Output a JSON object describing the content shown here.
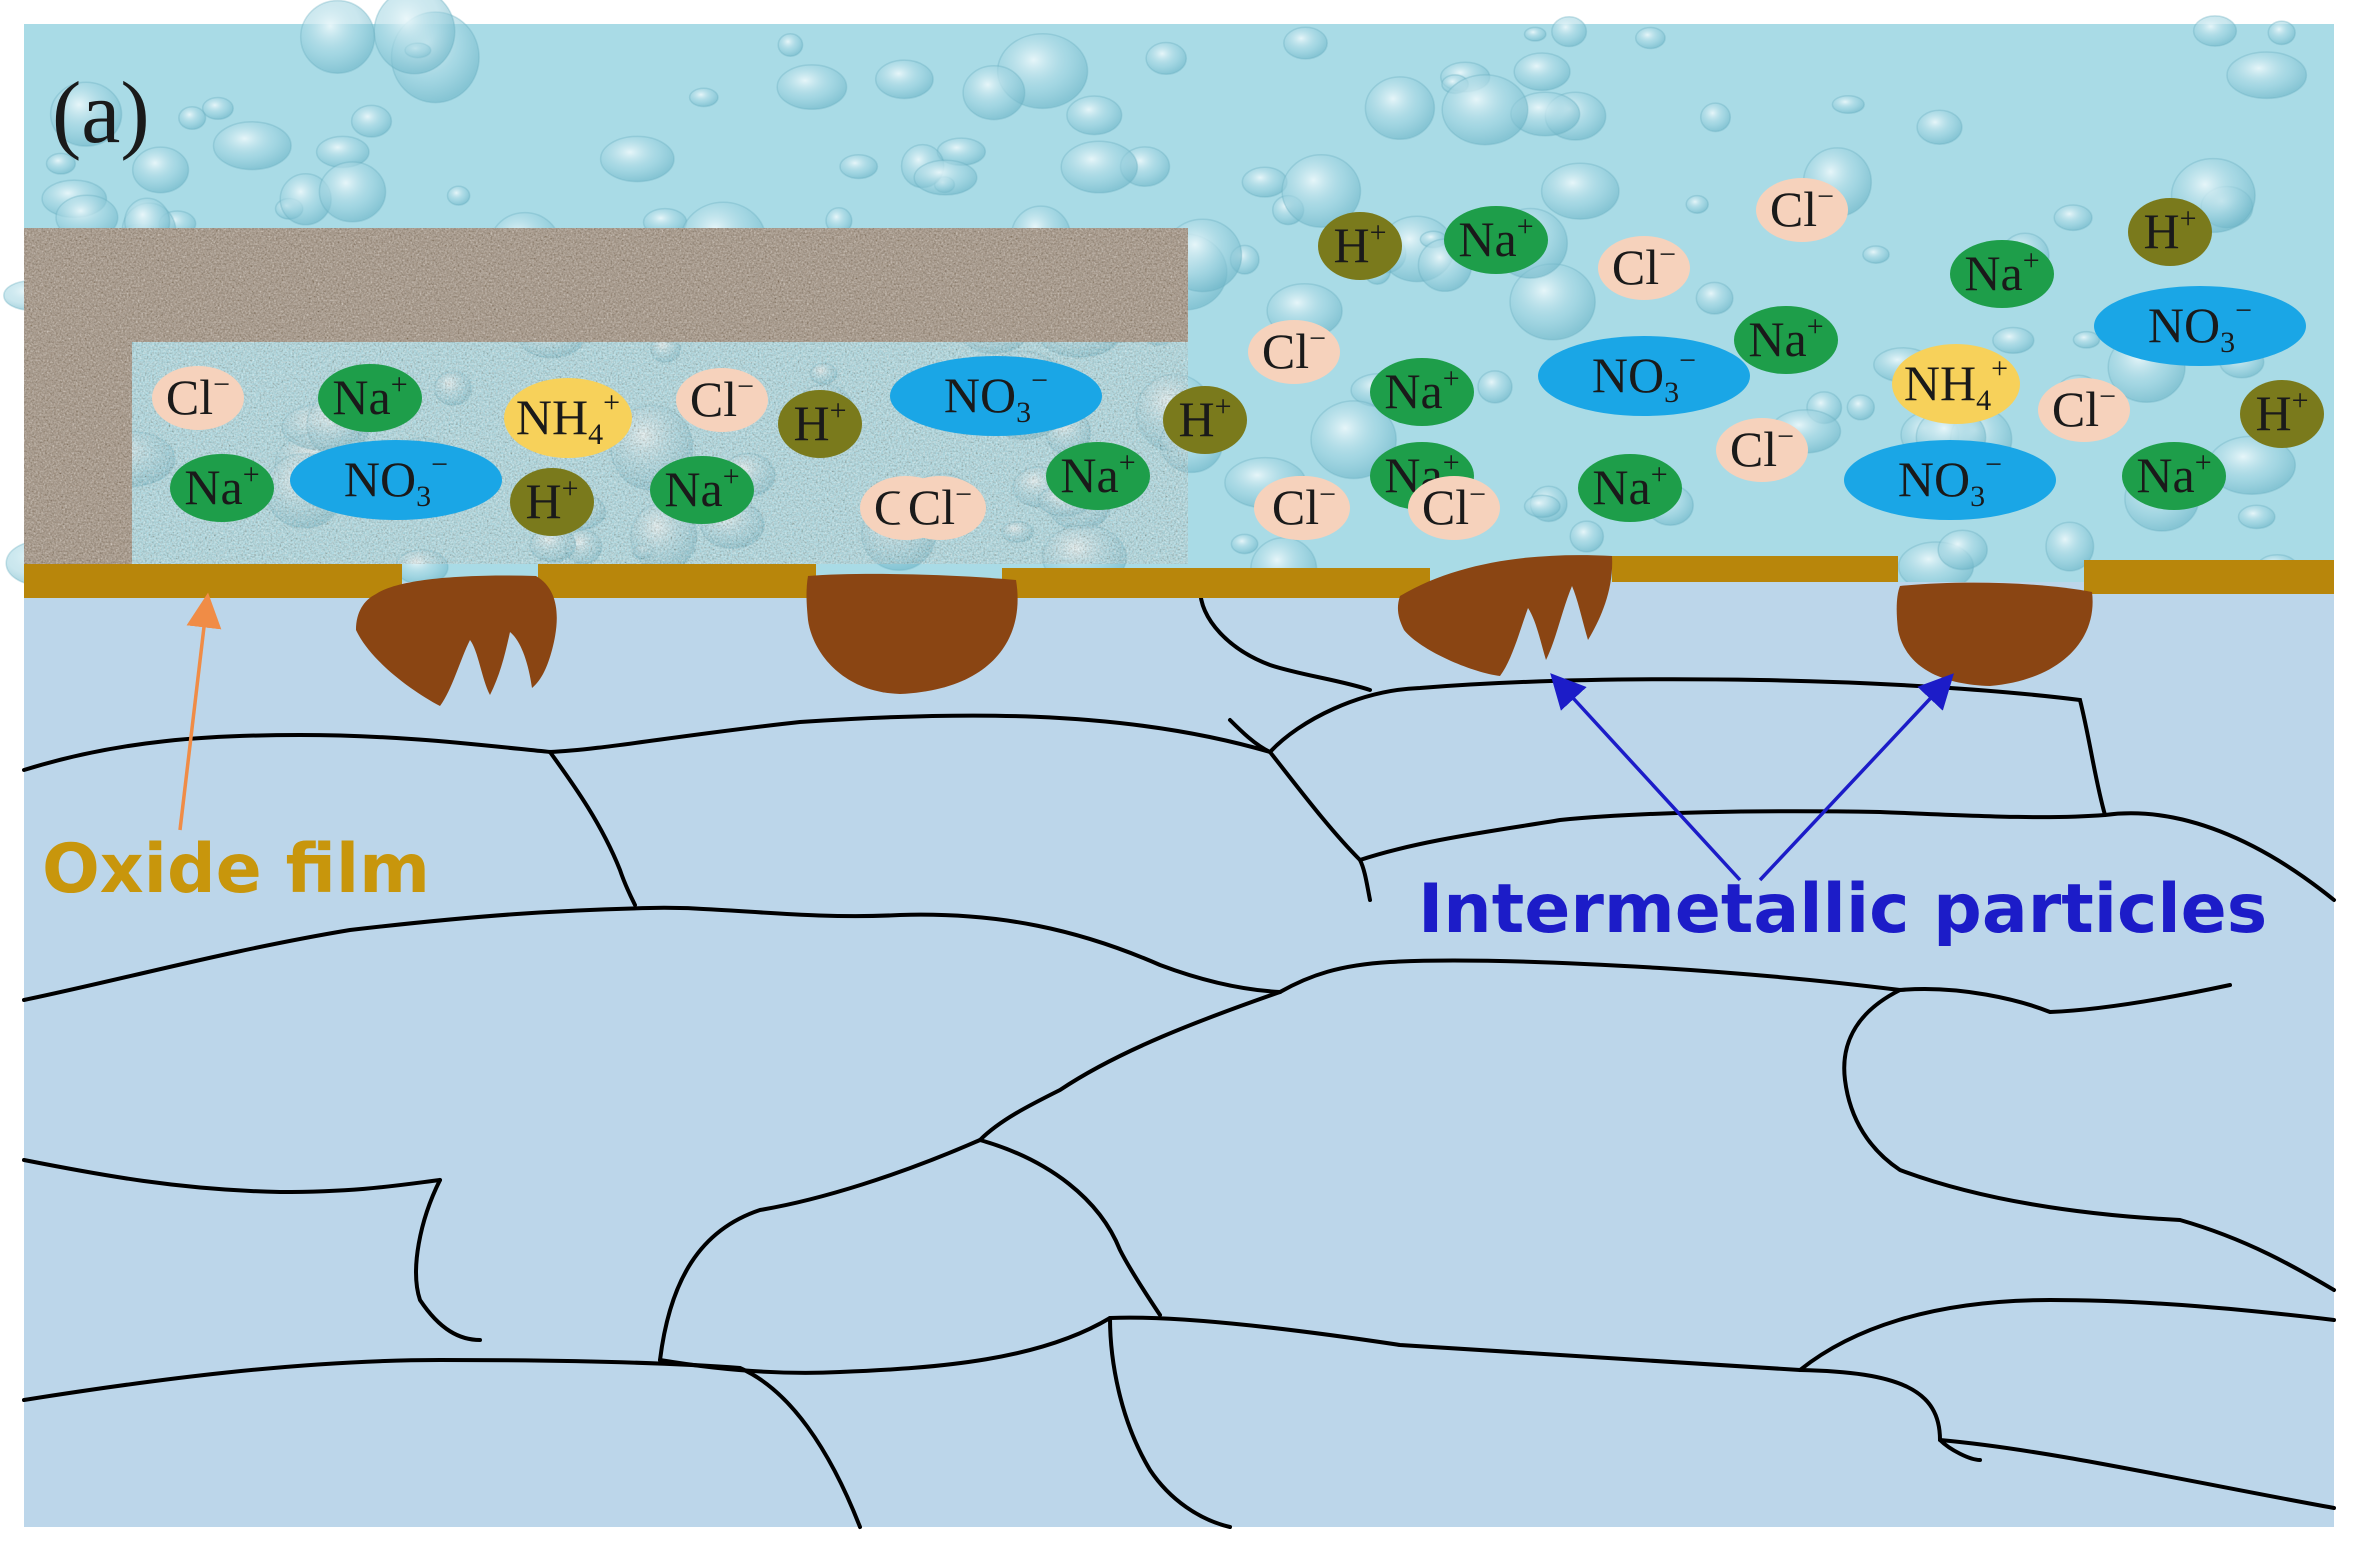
{
  "panel_label": "(a)",
  "callouts": {
    "oxide_film": "Oxide film",
    "intermetallic_particles": "Intermetallic particles"
  },
  "colors": {
    "solution": "#a9dbe6",
    "solution_dark": "#7cc4d6",
    "coating": "#9c8c7c",
    "oxide_film": "#b8860b",
    "substrate": "#bcd6ea",
    "grain_boundary": "#000000",
    "particle": "#8a4513",
    "oxide_label": "#c8960c",
    "particle_label": "#1c1cc8",
    "arrow_oxide": "#f08c46",
    "arrow_particle": "#1c1cc8",
    "cl": "#f6d2bc",
    "na": "#1e9e4a",
    "nh4": "#f7d15a",
    "h": "#7a7a1c",
    "no3": "#1aa6e6"
  },
  "ions": [
    {
      "base": "Cl",
      "sup": "−",
      "sub": "",
      "kind": "cl"
    },
    {
      "base": "Na",
      "sup": "+",
      "sub": "",
      "kind": "na"
    },
    {
      "base": "NH",
      "sup": "+",
      "sub": "4",
      "kind": "nh4"
    },
    {
      "base": "Cl",
      "sup": "−",
      "sub": "",
      "kind": "cl"
    },
    {
      "base": "H",
      "sup": "+",
      "sub": "",
      "kind": "h"
    },
    {
      "base": "NO",
      "sup": "−",
      "sub": "3",
      "kind": "no3"
    },
    {
      "base": "H",
      "sup": "+",
      "sub": "",
      "kind": "h"
    },
    {
      "base": "Na",
      "sup": "+",
      "sub": "",
      "kind": "na"
    },
    {
      "base": "NO",
      "sup": "−",
      "sub": "3",
      "kind": "no3"
    },
    {
      "base": "H",
      "sup": "+",
      "sub": "",
      "kind": "h"
    },
    {
      "base": "Na",
      "sup": "+",
      "sub": "",
      "kind": "na"
    },
    {
      "base": "Na",
      "sup": "+",
      "sub": "",
      "kind": "na"
    },
    {
      "base": "Cl",
      "sup": "−",
      "sub": "",
      "kind": "cl"
    },
    {
      "base": "H",
      "sup": "+",
      "sub": "",
      "kind": "h"
    },
    {
      "base": "Na",
      "sup": "+",
      "sub": "",
      "kind": "na"
    },
    {
      "base": "Cl",
      "sup": "−",
      "sub": "",
      "kind": "cl"
    },
    {
      "base": "Cl",
      "sup": "−",
      "sub": "",
      "kind": "cl"
    },
    {
      "base": "Na",
      "sup": "+",
      "sub": "",
      "kind": "na"
    },
    {
      "base": "Cl",
      "sup": "−",
      "sub": "",
      "kind": "cl"
    },
    {
      "base": "Cl",
      "sup": "−",
      "sub": "",
      "kind": "cl"
    },
    {
      "base": "NO",
      "sup": "−",
      "sub": "3",
      "kind": "no3"
    },
    {
      "base": "Na",
      "sup": "+",
      "sub": "",
      "kind": "na"
    },
    {
      "base": "Na",
      "sup": "+",
      "sub": "",
      "kind": "na"
    },
    {
      "base": "Cl",
      "sup": "−",
      "sub": "",
      "kind": "cl"
    },
    {
      "base": "Na",
      "sup": "+",
      "sub": "",
      "kind": "na"
    },
    {
      "base": "NH",
      "sup": "+",
      "sub": "4",
      "kind": "nh4"
    },
    {
      "base": "NO",
      "sup": "−",
      "sub": "3",
      "kind": "no3"
    },
    {
      "base": "H",
      "sup": "+",
      "sub": "",
      "kind": "h"
    },
    {
      "base": "NO",
      "sup": "−",
      "sub": "3",
      "kind": "no3"
    },
    {
      "base": "Cl",
      "sup": "−",
      "sub": "",
      "kind": "cl"
    },
    {
      "base": "H",
      "sup": "+",
      "sub": "",
      "kind": "h"
    },
    {
      "base": "Na",
      "sup": "+",
      "sub": "",
      "kind": "na"
    },
    {
      "base": "Na",
      "sup": "+",
      "sub": "",
      "kind": "na"
    },
    {
      "base": "Cl",
      "sup": "−",
      "sub": "",
      "kind": "cl"
    },
    {
      "base": "Cl",
      "sup": "−",
      "sub": "",
      "kind": "cl"
    },
    {
      "base": "Cl",
      "sup": "−",
      "sub": "",
      "kind": "cl"
    }
  ]
}
